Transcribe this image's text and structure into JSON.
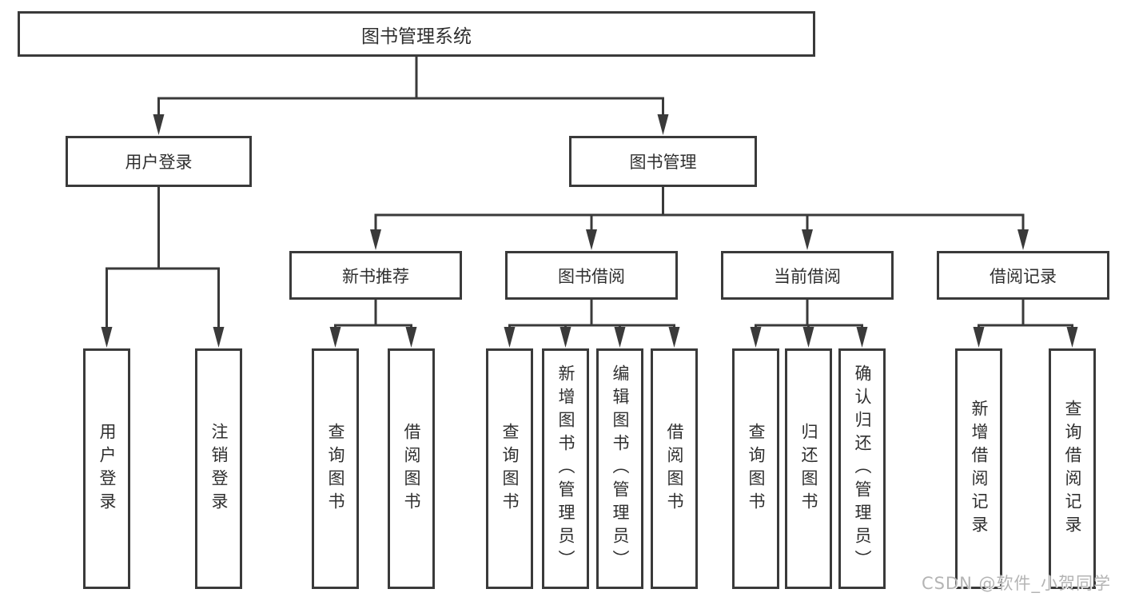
{
  "nodes": {
    "root": {
      "label": "图书管理系统"
    },
    "user_login": {
      "label": "用户登录"
    },
    "book_mgmt": {
      "label": "图书管理"
    },
    "new_book_rec": {
      "label": "新书推荐"
    },
    "book_borrow": {
      "label": "图书借阅"
    },
    "current_borrow": {
      "label": "当前借阅"
    },
    "borrow_records": {
      "label": "借阅记录"
    },
    "leaf_user_login": {
      "label": "用户登录"
    },
    "leaf_logout": {
      "label": "注销登录"
    },
    "leaf_rec_query": {
      "label": "查询图书"
    },
    "leaf_rec_borrow": {
      "label": "借阅图书"
    },
    "leaf_bb_query": {
      "label": "查询图书"
    },
    "leaf_bb_add": {
      "label": "新增图书（管理员）"
    },
    "leaf_bb_edit": {
      "label": "编辑图书（管理员）"
    },
    "leaf_bb_borrow": {
      "label": "借阅图书"
    },
    "leaf_cb_query": {
      "label": "查询图书"
    },
    "leaf_cb_return": {
      "label": "归还图书"
    },
    "leaf_cb_confirm": {
      "label": "确认归还（管理员）"
    },
    "leaf_br_add": {
      "label": "新增借阅记录"
    },
    "leaf_br_query": {
      "label": "查询借阅记录"
    }
  },
  "watermark": {
    "text": "CSDN @软件_小贺同学"
  },
  "colors": {
    "line": "#3a3a3a",
    "text": "#2f2f2f",
    "box_background": "#ffffff",
    "page_background": "#ffffff",
    "watermark": "#b4b4b4"
  }
}
